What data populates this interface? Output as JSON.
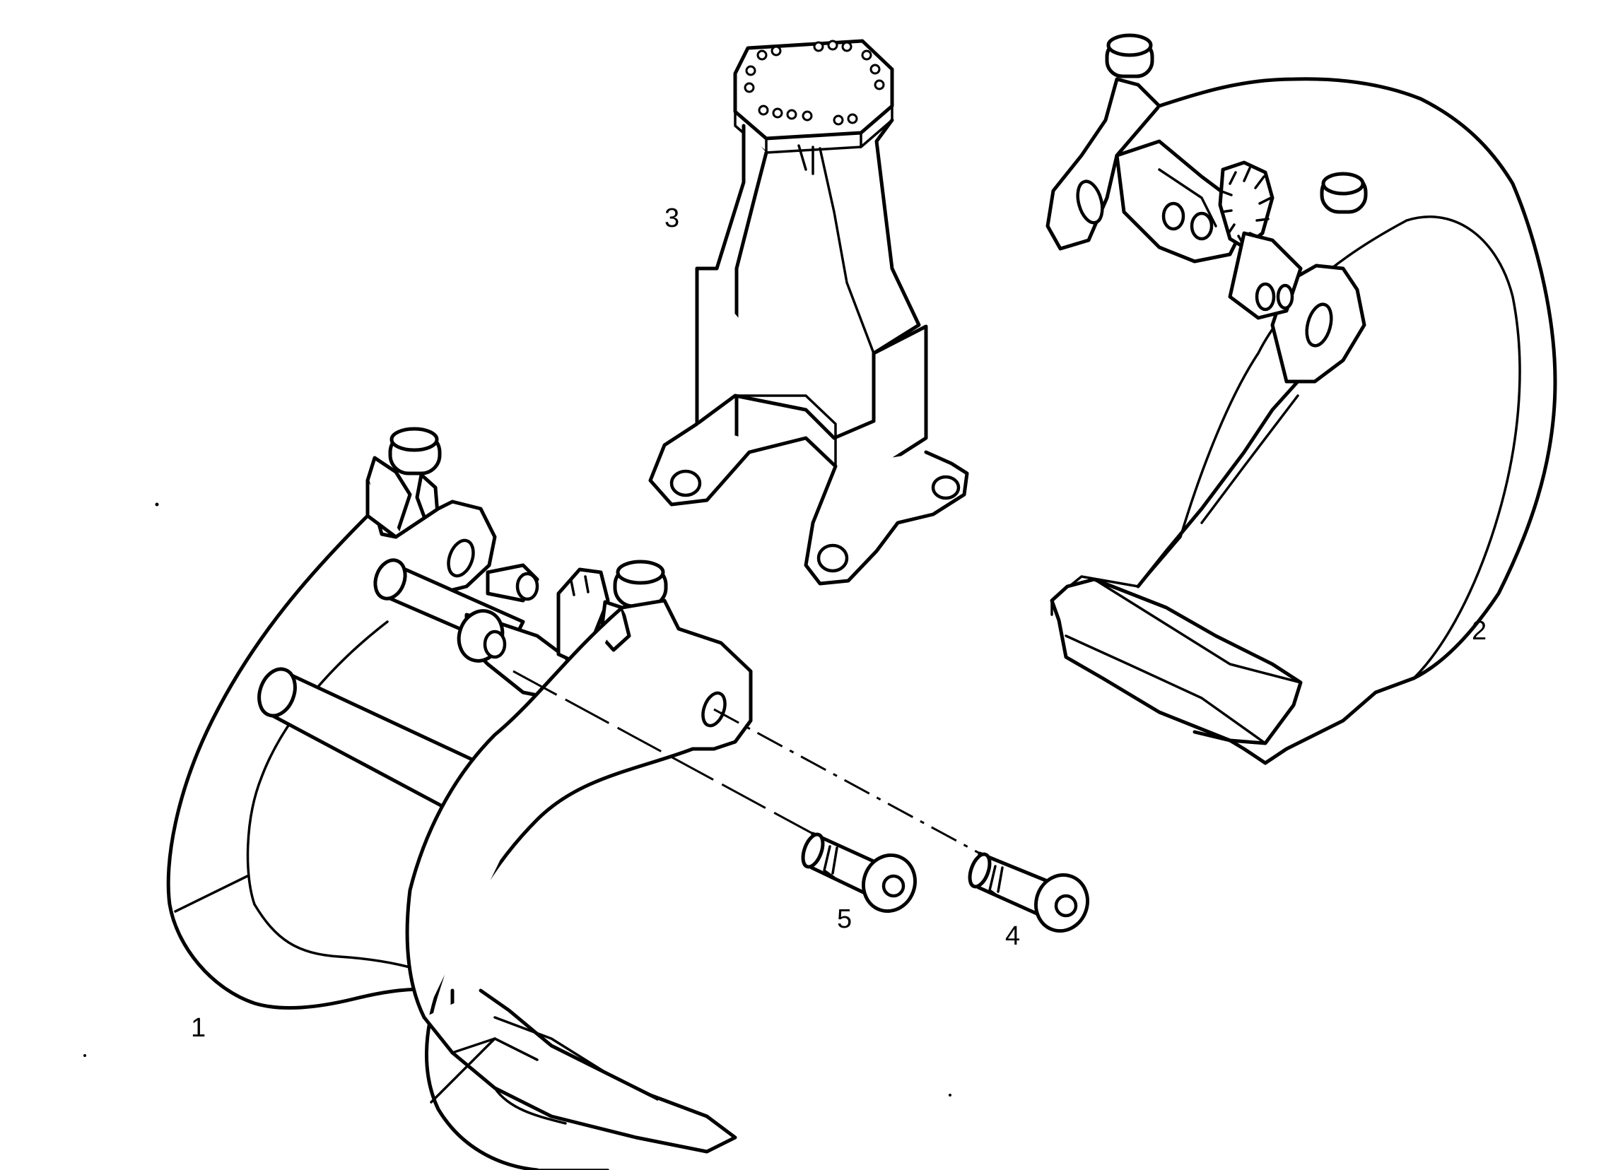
{
  "callouts": {
    "part_1": "1",
    "part_2": "2",
    "part_3": "3",
    "part_4": "4",
    "part_5": "5"
  },
  "colors": {
    "line": "#000000",
    "background": "#ffffff"
  }
}
